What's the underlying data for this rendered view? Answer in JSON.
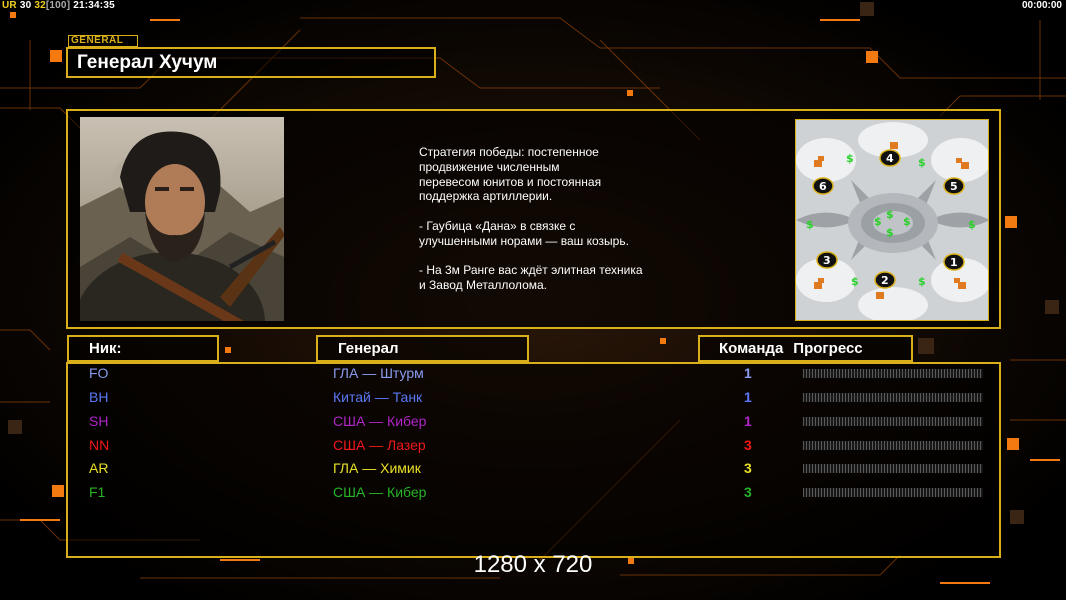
{
  "hud": {
    "left": [
      {
        "text": "UR",
        "color": "#f0d020"
      },
      {
        "text": " 30",
        "color": "#ffffff"
      },
      {
        "text": " 32",
        "color": "#f0d020"
      },
      {
        "text": "[100]",
        "color": "#aaaaaa"
      },
      {
        "text": " 21:34:35",
        "color": "#ffffff"
      }
    ],
    "right_time": "00:00:00"
  },
  "general_tag": "GENERAL",
  "general_name": "Генерал Хучум",
  "description": "Стратегия победы: постепенное\nпродвижение численным\nперевесом юнитов и постоянная\nподдержка артиллерии.\n\n- Гаубица «Дана» в связке с\nулучшенными норами — ваш козырь.\n\n- На 3м Ранге вас ждёт элитная техника\nи Завод Металлолома.",
  "map": {
    "start_positions": [
      "4",
      "5",
      "6",
      "3",
      "2",
      "1"
    ]
  },
  "columns": {
    "nick": "Ник:",
    "general": "Генерал",
    "team": "Команда",
    "progress": "Прогресс"
  },
  "players": [
    {
      "nick": "FO",
      "general": "ГЛА — Штурм",
      "team": "1",
      "color": "#8a9cf0"
    },
    {
      "nick": "BH",
      "general": "Китай — Танк",
      "team": "1",
      "color": "#5a78f5"
    },
    {
      "nick": "SH",
      "general": "США — Кибер",
      "team": "1",
      "color": "#b024c8"
    },
    {
      "nick": "NN",
      "general": "США — Лазер",
      "team": "3",
      "color": "#f01818"
    },
    {
      "nick": "AR",
      "general": "ГЛА — Химик",
      "team": "3",
      "color": "#e8e028"
    },
    {
      "nick": "F1",
      "general": "США — Кибер",
      "team": "3",
      "color": "#28b428"
    }
  ],
  "resolution_label": "1280 x 720"
}
